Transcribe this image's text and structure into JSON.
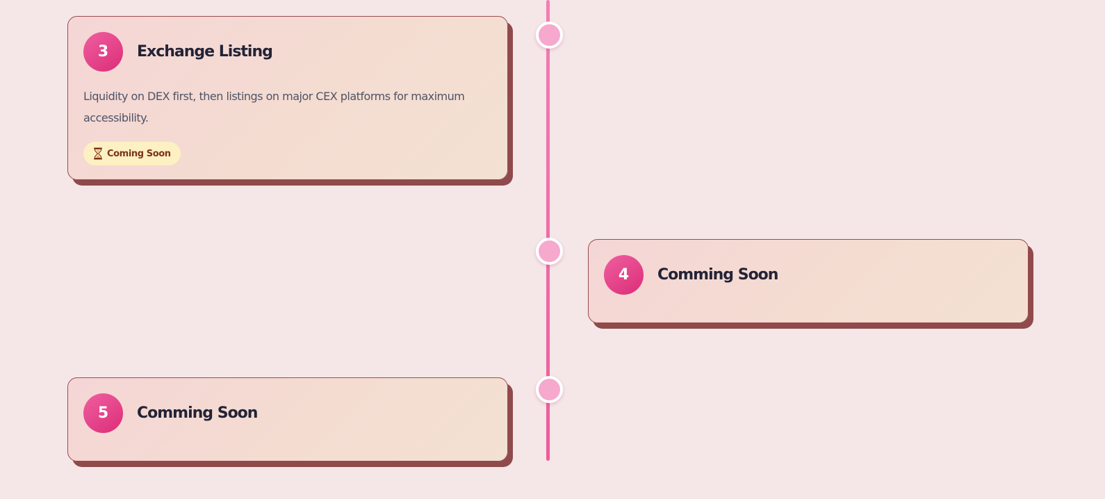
{
  "roadmap": {
    "phases": [
      {
        "number": "3",
        "title": "Exchange Listing",
        "description": "Liquidity on DEX first, then listings on major CEX platforms for maximum accessibility.",
        "status": {
          "icon": "hourglass-icon",
          "label": "Coming Soon"
        }
      },
      {
        "number": "4",
        "title": "Comming Soon"
      },
      {
        "number": "5",
        "title": "Comming Soon"
      }
    ]
  },
  "colors": {
    "background": "#f5e6e7",
    "timeline": "#ec5c9c",
    "node": "#f6a8cd",
    "badge": "#e0347f",
    "card_shadow": "#8f4a4c",
    "status_pill_bg": "#fdf0c3",
    "status_pill_text": "#7a3416"
  }
}
